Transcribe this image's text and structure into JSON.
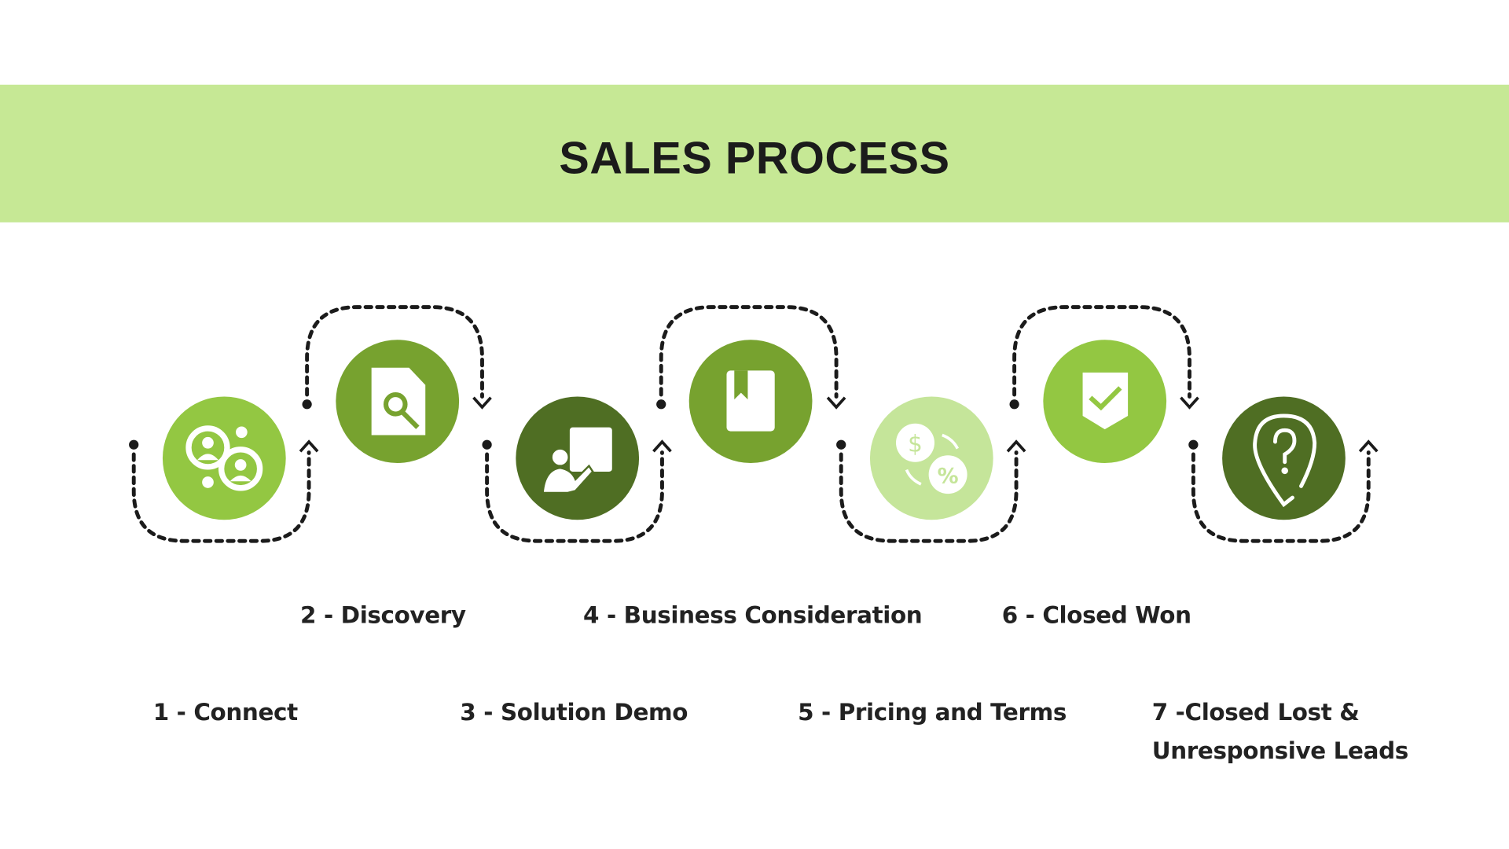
{
  "header": {
    "title": "SALES PROCESS"
  },
  "colors": {
    "banner": "#c6e895",
    "light": "#c5e59a",
    "lime": "#93c742",
    "mid": "#77a22f",
    "dark": "#4f6e23",
    "path": "#1b1b1b"
  },
  "steps": [
    {
      "label": "1 - Connect",
      "icon": "people-network-icon",
      "color": "#93c742"
    },
    {
      "label": "2 - Discovery",
      "icon": "document-search-icon",
      "color": "#77a22f"
    },
    {
      "label": "3 - Solution Demo",
      "icon": "presenter-board-icon",
      "color": "#4f6e23"
    },
    {
      "label": "4 - Business Consideration",
      "icon": "bookmark-book-icon",
      "color": "#77a22f"
    },
    {
      "label": "5 - Pricing and Terms",
      "icon": "dollar-percent-exchange-icon",
      "color": "#c5e59a"
    },
    {
      "label": "6 - Closed Won",
      "icon": "shield-check-icon",
      "color": "#93c742"
    },
    {
      "label": "7 -Closed Lost &",
      "label_line2": "Unresponsive Leads",
      "icon": "location-question-icon",
      "color": "#4f6e23"
    }
  ]
}
